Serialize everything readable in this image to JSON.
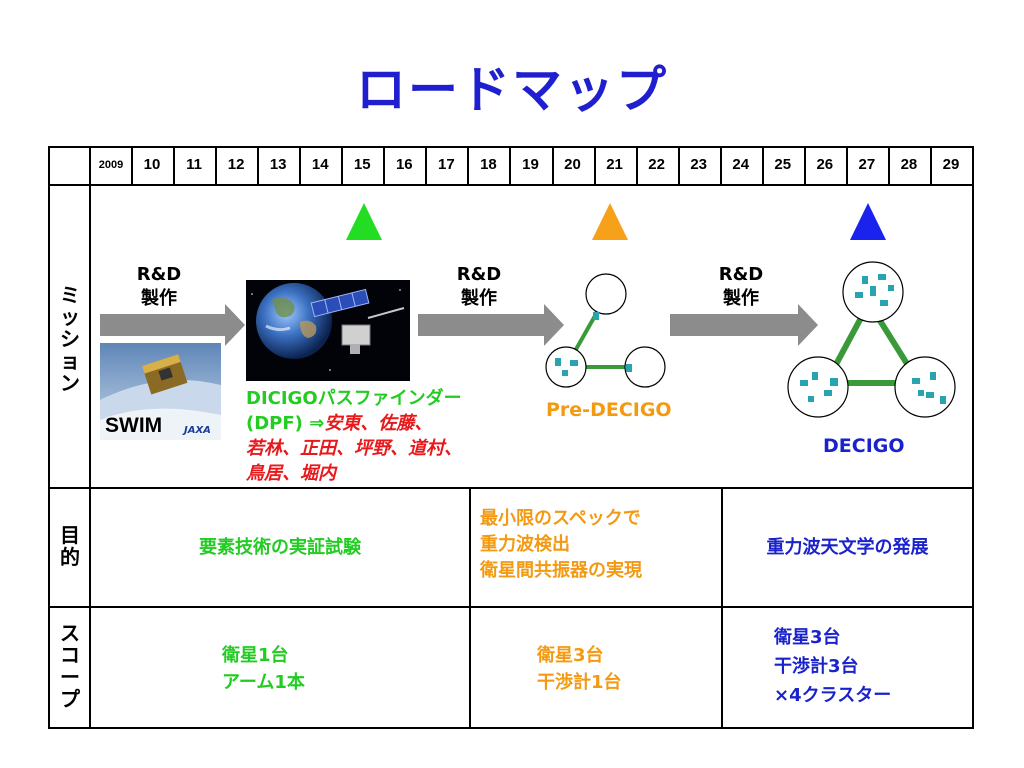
{
  "title": "ロードマップ",
  "years": [
    "2009",
    "10",
    "11",
    "12",
    "13",
    "14",
    "15",
    "16",
    "17",
    "18",
    "19",
    "20",
    "21",
    "22",
    "23",
    "24",
    "25",
    "26",
    "27",
    "28",
    "29"
  ],
  "rows": {
    "mission": "ミッション",
    "purpose": "目的",
    "scope": "スコープ"
  },
  "mission": {
    "rd1": [
      "R&D",
      "製作"
    ],
    "rd2": [
      "R&D",
      "製作"
    ],
    "rd3": [
      "R&D",
      "製作"
    ],
    "swim_label": "SWIM",
    "jaxa_label": "JAXA",
    "dpf_line1": "DICIGOパスファインダー",
    "dpf_line2a": "(DPF) ⇒",
    "dpf_line2b": "安東、佐藤、",
    "dpf_line3": "若林、正田、坪野、道村、",
    "dpf_line4": "鳥居、堀内",
    "pre_decigo": "Pre-DECIGO",
    "decigo": "DECIGO"
  },
  "purpose": {
    "col1": "要素技術の実証試験",
    "col2": [
      "最小限のスペックで",
      "重力波検出",
      "衛星間共振器の実現"
    ],
    "col3": "重力波天文学の発展"
  },
  "scope": {
    "col1": [
      "衛星1台",
      "アーム1本"
    ],
    "col2": [
      "衛星3台",
      "干渉計1台"
    ],
    "col3": [
      "衛星3台",
      "干渉計3台",
      "×4クラスター"
    ]
  },
  "colors": {
    "title": "#1f1fd0",
    "green": "#22cc22",
    "orange": "#f39a12",
    "blue": "#1a22cc",
    "red": "#e8191c",
    "arrow": "#8c8c8c"
  }
}
